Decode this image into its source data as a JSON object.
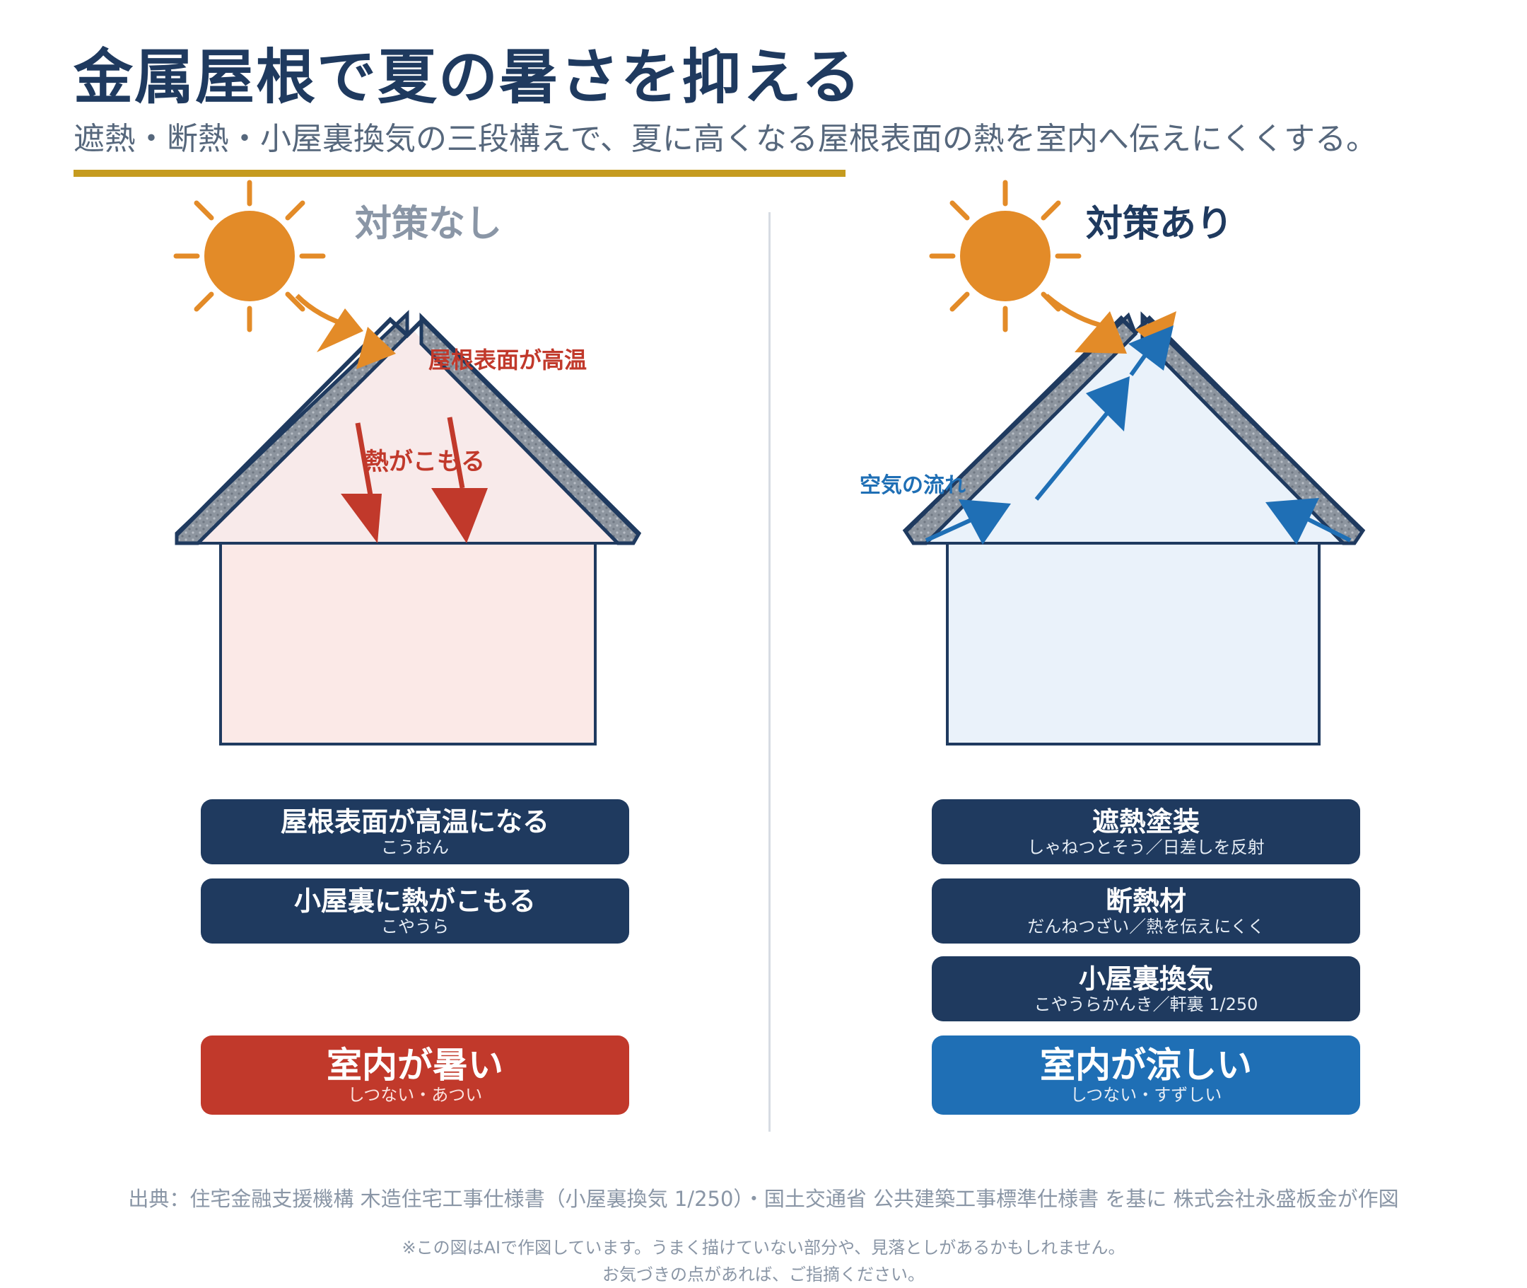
{
  "title": "金属屋根で夏の暑さを抑える",
  "subtitle": "遮熱・断熱・小屋裏換気の三段構えで、夏に高くなる屋根表面の熱を室内へ伝えにくくする。",
  "colors": {
    "navy": "#1f3a5f",
    "red": "#c1392b",
    "blue": "#1f6fb5",
    "sun": "#e38b28",
    "gold": "#c59b1f"
  },
  "left": {
    "heading": "対策なし",
    "labels": {
      "roof_hot": "屋根表面が高温",
      "heat_trapped": "熱がこもる"
    },
    "boxes": [
      {
        "main": "屋根表面が高温になる",
        "sub": "こうおん"
      },
      {
        "main": "小屋裏に熱がこもる",
        "sub": "こやうら"
      }
    ],
    "result": {
      "main": "室内が暑い",
      "sub": "しつない・あつい"
    }
  },
  "right": {
    "heading": "対策あり",
    "labels": {
      "air_flow": "空気の流れ"
    },
    "boxes": [
      {
        "main": "遮熱塗装",
        "sub": "しゃねつとそう／日差しを反射"
      },
      {
        "main": "断熱材",
        "sub": "だんねつざい／熱を伝えにくく"
      },
      {
        "main": "小屋裏換気",
        "sub": "こやうらかんき／軒裏 1/250"
      }
    ],
    "result": {
      "main": "室内が涼しい",
      "sub": "しつない・すずしい"
    }
  },
  "source": "出典：住宅金融支援機構 木造住宅工事仕様書（小屋裏換気 1/250）・国土交通省 公共建築工事標準仕様書 を基に 株式会社永盛板金が作図",
  "disclaimer": [
    "※この図はAIで作図しています。うまく描けていない部分や、見落としがあるかもしれません。",
    "お気づきの点があれば、ご指摘ください。"
  ]
}
